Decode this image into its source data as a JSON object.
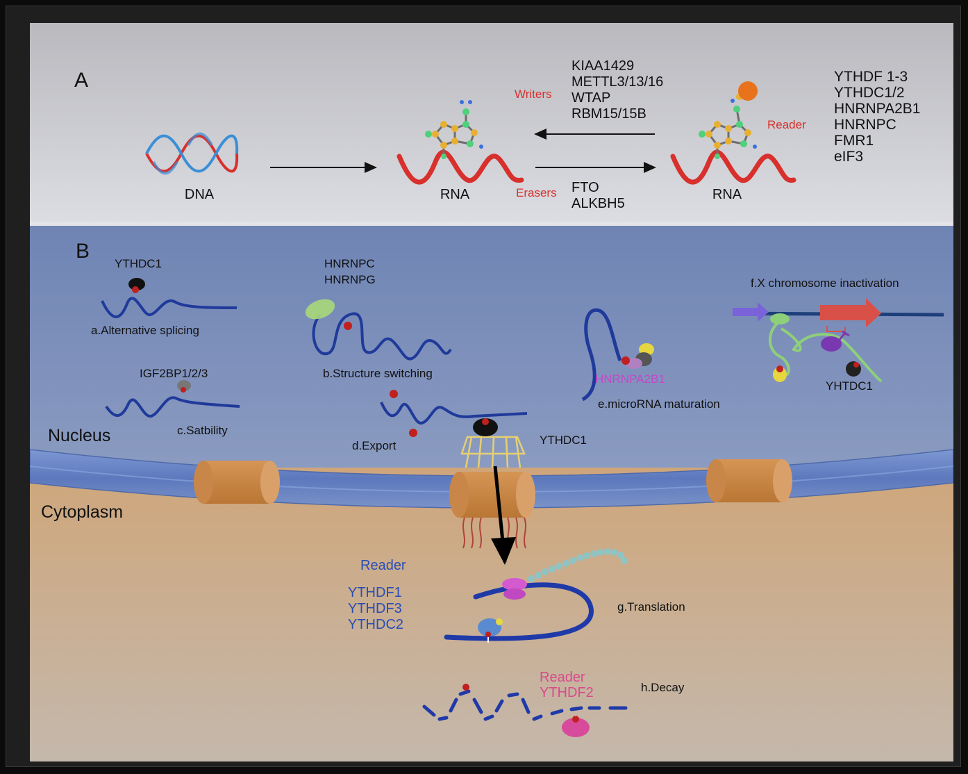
{
  "panel_a": {
    "letter": "A",
    "dna_label": "DNA",
    "rna_label_1": "RNA",
    "rna_label_2": "RNA",
    "writers_label": "Writers",
    "writers": [
      "KIAA1429",
      "METTL3/13/16",
      "WTAP",
      "RBM15/15B"
    ],
    "erasers_label": "Erasers",
    "erasers": [
      "FTO",
      "ALKBH5"
    ],
    "reader_label": "Reader",
    "readers": [
      "YTHDF 1-3",
      "YTHDC1/2",
      "HNRNPA2B1",
      "HNRNPC",
      "FMR1",
      "eIF3"
    ]
  },
  "panel_b": {
    "letter": "B",
    "nucleus_label": "Nucleus",
    "cytoplasm_label": "Cytoplasm",
    "a_protein": "YTHDC1",
    "a_caption": "a.Alternative splicing",
    "b_protein_1": "HNRNPC",
    "b_protein_2": "HNRNPG",
    "b_caption": "b.Structure switching",
    "c_protein": "IGF2BP1/2/3",
    "c_caption": "c.Satbility",
    "d_caption": "d.Export",
    "d_protein": "YTHDC1",
    "e_protein": "HNRNPA2B1",
    "e_caption": "e.microRNA maturation",
    "f_caption": "f.X chromosome inactivation",
    "f_protein": "YHTDC1",
    "g_reader_label": "Reader",
    "g_readers": [
      "YTHDF1",
      "YTHDF3",
      "YTHDC2"
    ],
    "g_caption": "g.Translation",
    "h_reader_label": "Reader",
    "h_protein": "YTHDF2",
    "h_caption": "h.Decay"
  },
  "colors": {
    "rna_red": "#d8302c",
    "rna_blue": "#1f3a9a",
    "writers_red": "#d8302c",
    "reader_blue": "#2a4db5",
    "magenta": "#d84a8c",
    "hnrnpa2b1_purple": "#c447c8"
  }
}
